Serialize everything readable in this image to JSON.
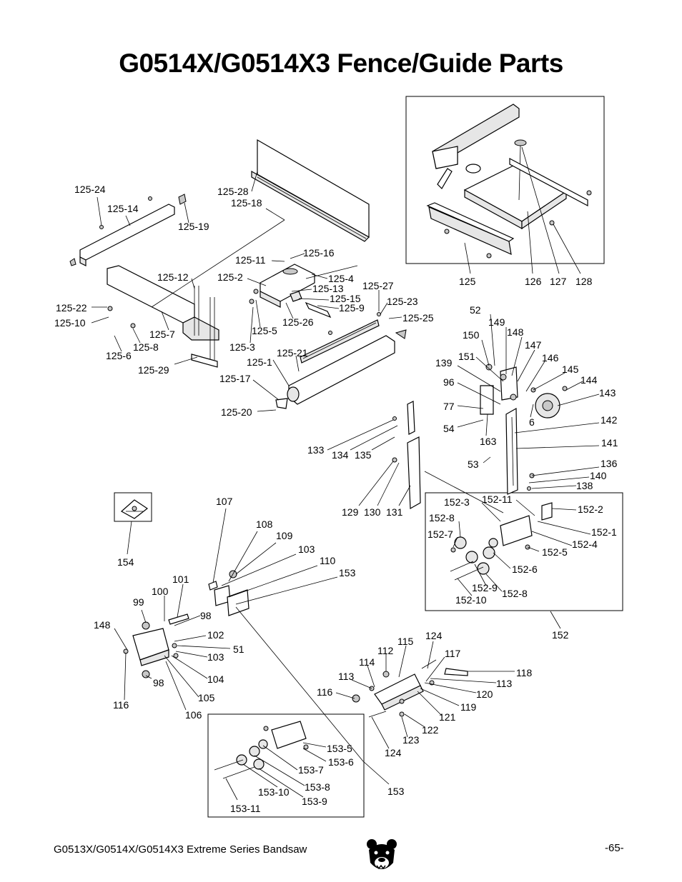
{
  "title": "G0514X/G0514X3 Fence/Guide Parts",
  "footer": {
    "manual": "G0513X/G0514X/G0514X3 Extreme Series Bandsaw",
    "page": "-65-"
  },
  "labels": {
    "l125_24": "125-24",
    "l125_14": "125-14",
    "l125_19": "125-19",
    "l125_28": "125-28",
    "l125_18": "125-18",
    "l125_11": "125-11",
    "l125_16": "125-16",
    "l125_12": "125-12",
    "l125_2": "125-2",
    "l125_4": "125-4",
    "l125_13": "125-13",
    "l125_15": "125-15",
    "l125_9": "125-9",
    "l125_27": "125-27",
    "l125_23": "125-23",
    "l125_25": "125-25",
    "l125_22": "125-22",
    "l125_10": "125-10",
    "l125_7": "125-7",
    "l125_5": "125-5",
    "l125_26": "125-26",
    "l125_6": "125-6",
    "l125_8": "125-8",
    "l125_3": "125-3",
    "l125_21": "125-21",
    "l125_29": "125-29",
    "l125_1": "125-1",
    "l125_17": "125-17",
    "l125_20": "125-20",
    "l125": "125",
    "l126": "126",
    "l127": "127",
    "l128": "128",
    "l52": "52",
    "l149": "149",
    "l148a": "148",
    "l150": "150",
    "l147": "147",
    "l151": "151",
    "l146": "146",
    "l139": "139",
    "l145": "145",
    "l144": "144",
    "l96": "96",
    "l143": "143",
    "l77": "77",
    "l6": "6",
    "l142": "142",
    "l54": "54",
    "l163": "163",
    "l141": "141",
    "l133": "133",
    "l134": "134",
    "l135": "135",
    "l53": "53",
    "l136": "136",
    "l140": "140",
    "l138": "138",
    "l152_3": "152-3",
    "l152_11": "152-11",
    "l152_2": "152-2",
    "l152_8a": "152-8",
    "l152_1": "152-1",
    "l152_7": "152-7",
    "l152_4": "152-4",
    "l152_5": "152-5",
    "l152_6": "152-6",
    "l152_9": "152-9",
    "l152_8b": "152-8",
    "l152_10": "152-10",
    "l152": "152",
    "l107": "107",
    "l129": "129",
    "l130": "130",
    "l131": "131",
    "l154": "154",
    "l108": "108",
    "l109": "109",
    "l103a": "103",
    "l110": "110",
    "l153a": "153",
    "l101": "101",
    "l100": "100",
    "l99": "99",
    "l98a": "98",
    "l148b": "148",
    "l102": "102",
    "l51": "51",
    "l103b": "103",
    "l104": "104",
    "l98b": "98",
    "l105": "105",
    "l116a": "116",
    "l106": "106",
    "l124a": "124",
    "l115": "115",
    "l112": "112",
    "l117": "117",
    "l114": "114",
    "l118": "118",
    "l113a": "113",
    "l113b": "113",
    "l120": "120",
    "l116b": "116",
    "l119": "119",
    "l121": "121",
    "l122": "122",
    "l123": "123",
    "l124b": "124",
    "l153_5": "153-5",
    "l153_6": "153-6",
    "l153_7": "153-7",
    "l153_8": "153-8",
    "l153_10": "153-10",
    "l153_9": "153-9",
    "l153_11": "153-11",
    "l153b": "153"
  }
}
